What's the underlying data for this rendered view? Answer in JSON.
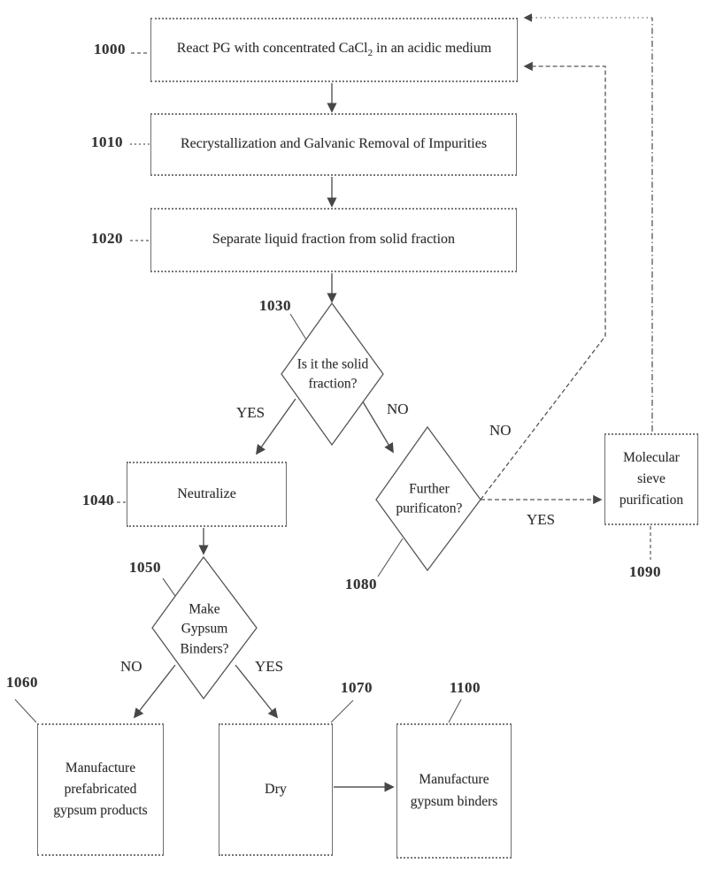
{
  "figure": {
    "type": "flowchart",
    "colors": {
      "background": "#ffffff",
      "line_stroke": "#565656",
      "arrowhead": "#474747",
      "box_border": "#6e6e6e",
      "text": "#2f2f2f"
    },
    "nodes": {
      "n1000": {
        "ref": "1000",
        "label_pre": "React PG with concentrated CaCl",
        "label_sub": "2",
        "label_post": " in an acidic medium"
      },
      "n1010": {
        "ref": "1010",
        "label": "Recrystallization and Galvanic Removal of Impurities"
      },
      "n1020": {
        "ref": "1020",
        "label": "Separate liquid fraction from solid fraction"
      },
      "d1030": {
        "ref": "1030",
        "label": "Is it the solid fraction?"
      },
      "n1040": {
        "ref": "1040",
        "label": "Neutralize"
      },
      "d1050": {
        "ref": "1050",
        "label": "Make Gypsum Binders?"
      },
      "n1060": {
        "ref": "1060",
        "label": "Manufacture prefabricated gypsum products"
      },
      "n1070": {
        "ref": "1070",
        "label": "Dry"
      },
      "d1080": {
        "ref": "1080",
        "label": "Further purificaton?"
      },
      "n1090": {
        "ref": "1090",
        "label": "Molecular sieve purification"
      },
      "n1100": {
        "ref": "1100",
        "label": "Manufacture gypsum binders"
      }
    },
    "edge_labels": {
      "yes_1030": "YES",
      "no_1030": "NO",
      "no_1050": "NO",
      "yes_1050": "YES",
      "no_1080": "NO",
      "yes_1080": "YES"
    }
  }
}
